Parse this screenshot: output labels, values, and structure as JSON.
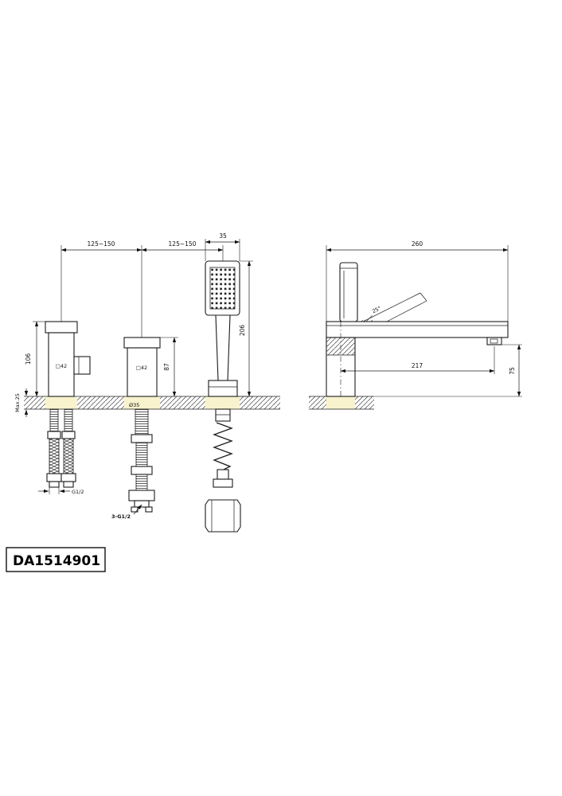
{
  "title_block": {
    "model": "DA1514901"
  },
  "labels": {
    "spacing_left": "125~150",
    "spacing_right": "125~150",
    "shower_head_width": "35",
    "handshower_height": "206",
    "left_valve_height": "106",
    "mid_valve_height": "87",
    "left_valve_size": "□42",
    "mid_valve_size": "□42",
    "mounting_hole_dia": "Ø35",
    "max_deck_thickness": "Max.25",
    "hose_thread": "G1/2",
    "inlet_threads": "3-G1/2",
    "spout_overall_length": "260",
    "spout_reach": "217",
    "spout_outlet_height": "75",
    "tilt_angle": "25°"
  }
}
